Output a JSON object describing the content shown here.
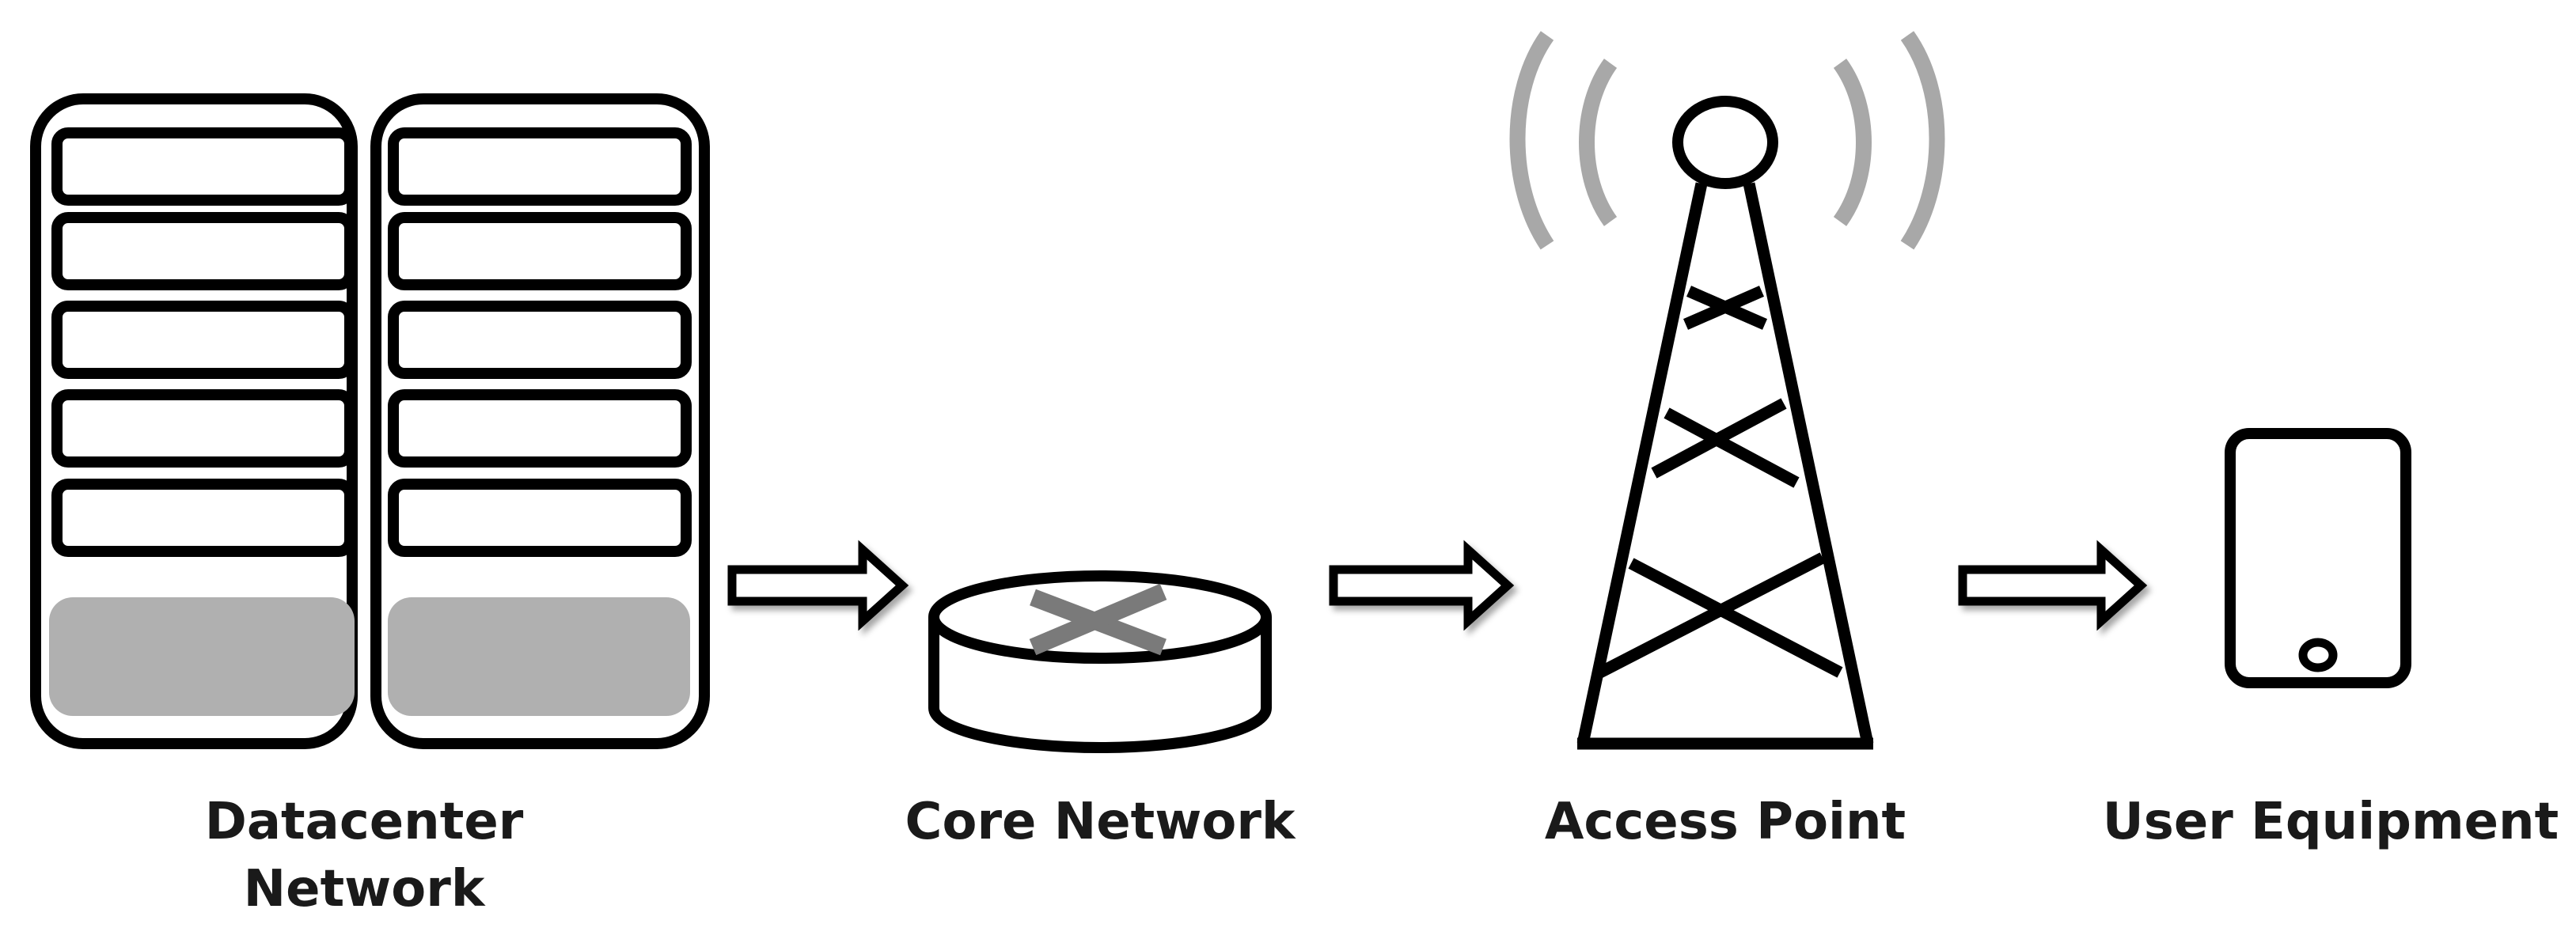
{
  "diagram": {
    "nodes": [
      {
        "id": "datacenter",
        "label_line1": "Datacenter",
        "label_line2": "Network",
        "icon": "server-rack-icon"
      },
      {
        "id": "core",
        "label": "Core Network",
        "icon": "router-icon"
      },
      {
        "id": "access",
        "label": "Access Point",
        "icon": "cell-tower-icon"
      },
      {
        "id": "ue",
        "label": "User Equipment",
        "icon": "mobile-phone-icon"
      }
    ],
    "edges": [
      {
        "from": "datacenter",
        "to": "core",
        "icon": "arrow-right-icon"
      },
      {
        "from": "core",
        "to": "access",
        "icon": "arrow-right-icon"
      },
      {
        "from": "access",
        "to": "ue",
        "icon": "arrow-right-icon"
      }
    ],
    "colors": {
      "stroke": "#000000",
      "fill_gray": "#b0b0b0",
      "signal_gray": "#a8a8a8",
      "router_x": "#7a7a7a"
    }
  }
}
